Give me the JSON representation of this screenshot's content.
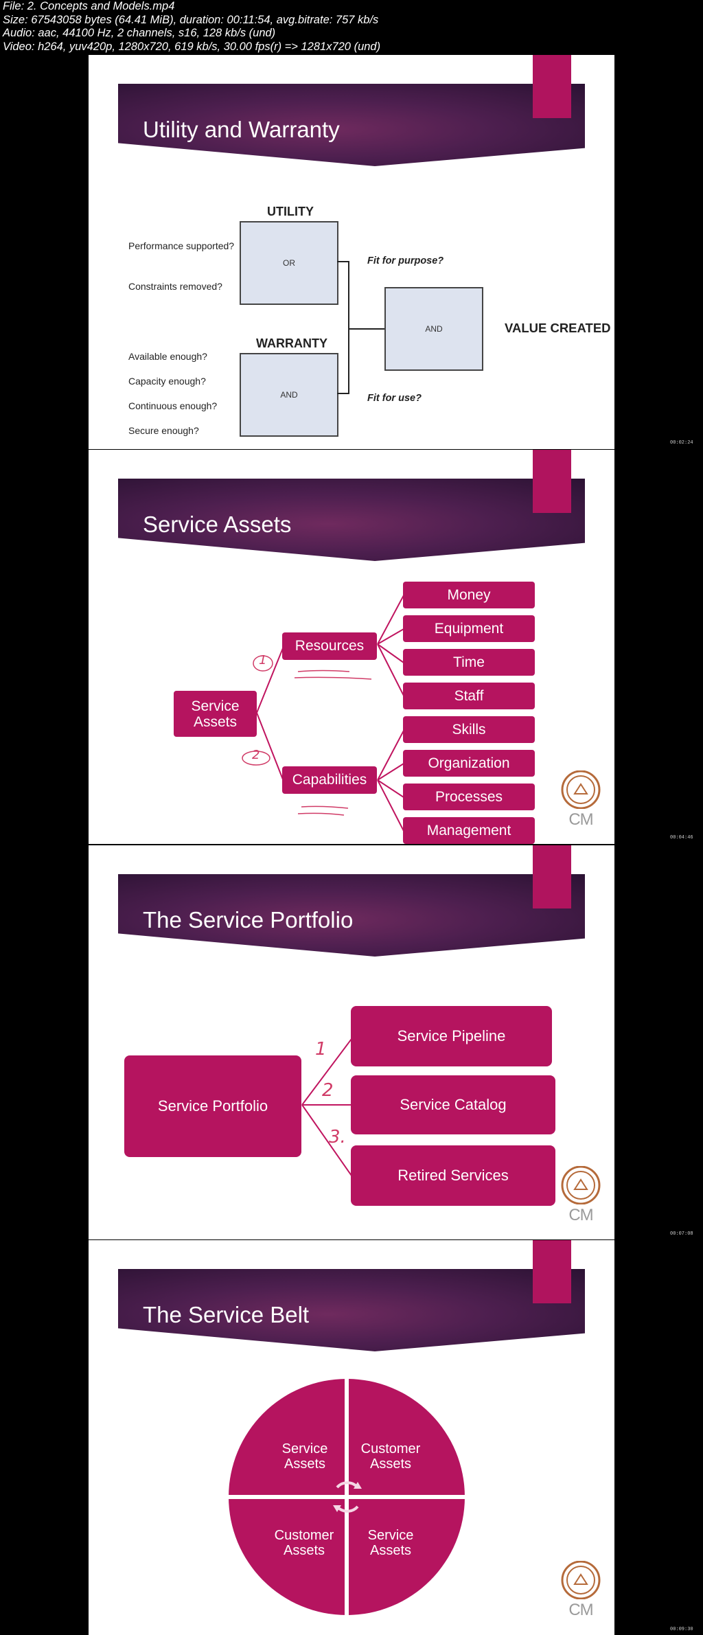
{
  "file_info": {
    "line1": "File: 2. Concepts and Models.mp4",
    "line2": "Size: 67543058 bytes (64.41 MiB), duration: 00:11:54, avg.bitrate: 757 kb/s",
    "line3": "Audio: aac, 44100 Hz, 2 channels, s16, 128 kb/s (und)",
    "line4": "Video: h264, yuv420p, 1280x720, 619 kb/s, 30.00 fps(r) => 1281x720 (und)"
  },
  "timestamps": [
    "00:02:24",
    "00:04:46",
    "00:07:08",
    "00:09:30"
  ],
  "logo_text": "CM",
  "colors": {
    "accent": "#b5145f",
    "banner": "#4d1f4f",
    "background": "#000000"
  },
  "slide1": {
    "title": "Utility and Warranty",
    "utility_heading": "UTILITY",
    "warranty_heading": "WARRANTY",
    "utility_questions": [
      "Performance supported?",
      "Constraints removed?"
    ],
    "warranty_questions": [
      "Available enough?",
      "Capacity enough?",
      "Continuous enough?",
      "Secure enough?"
    ],
    "or_label": "OR",
    "and_label": "AND",
    "and_center_label": "AND",
    "fit_purpose": "Fit for purpose?",
    "fit_use": "Fit for use?",
    "value_created": "VALUE CREATED"
  },
  "slide2": {
    "title": "Service Assets",
    "root": "Service Assets",
    "resources": "Resources",
    "capabilities": "Capabilities",
    "resource_items": [
      "Money",
      "Equipment",
      "Time",
      "Staff"
    ],
    "capability_items": [
      "Skills",
      "Organization",
      "Processes",
      "Management"
    ],
    "annotations": [
      "1",
      "2"
    ]
  },
  "slide3": {
    "title": "The Service Portfolio",
    "root": "Service Portfolio",
    "items": [
      "Service Pipeline",
      "Service Catalog",
      "Retired Services"
    ],
    "annotations": [
      "1",
      "2",
      "3."
    ]
  },
  "slide4": {
    "title": "The Service Belt",
    "quadrants": [
      "Service Assets",
      "Customer Assets",
      "Customer Assets",
      "Service Assets"
    ]
  }
}
